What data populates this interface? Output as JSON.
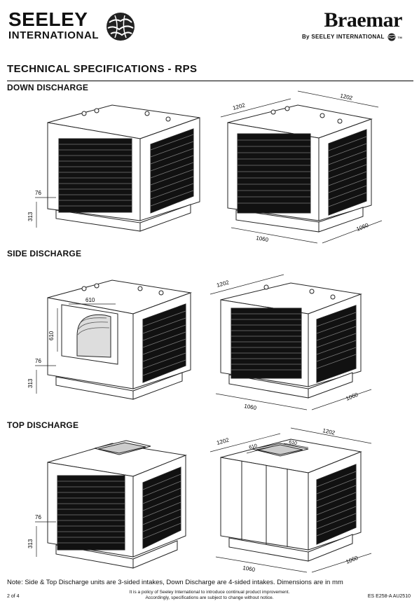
{
  "header": {
    "left_logo_line1": "SEELEY",
    "left_logo_line2": "INTERNATIONAL",
    "right_logo_brand": "Braemar",
    "right_logo_by": "By",
    "right_logo_company": "SEELEY INTERNATIONAL",
    "right_logo_tm": "TM"
  },
  "page_title": "TECHNICAL SPECIFICATIONS - RPS",
  "sections": [
    {
      "heading": "DOWN DISCHARGE",
      "left_dims": [
        "76",
        "313"
      ],
      "right_dims": [
        "1202",
        "1202",
        "1060",
        "1060"
      ]
    },
    {
      "heading": "SIDE DISCHARGE",
      "left_dims": [
        "610",
        "610",
        "76",
        "313"
      ],
      "right_dims": [
        "1202",
        "1060",
        "1060"
      ]
    },
    {
      "heading": "TOP DISCHARGE",
      "left_dims": [
        "76",
        "313"
      ],
      "right_dims": [
        "1202",
        "1202",
        "610",
        "610",
        "1060",
        "1060"
      ]
    }
  ],
  "note": "Note: Side & Top Discharge units are 3-sided intakes, Down Discharge are 4-sided intakes. Dimensions are in mm",
  "footer": {
    "page": "2 of 4",
    "policy_line1": "It is a policy of Seeley International to introduce continual product improvement.",
    "policy_line2": "Accordingly, specifications are subject to change without notice.",
    "code": "ES E258-A AU2510"
  }
}
